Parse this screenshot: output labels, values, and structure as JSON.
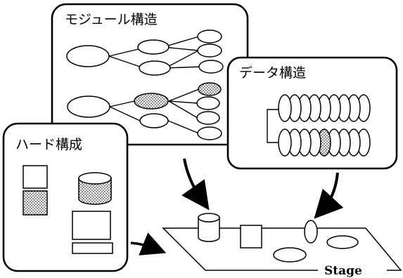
{
  "panels": {
    "module": {
      "title": "モジュール構造"
    },
    "data": {
      "title": "データ構造"
    },
    "hard": {
      "title": "ハード構成"
    }
  },
  "stage": {
    "label": "Stage"
  }
}
